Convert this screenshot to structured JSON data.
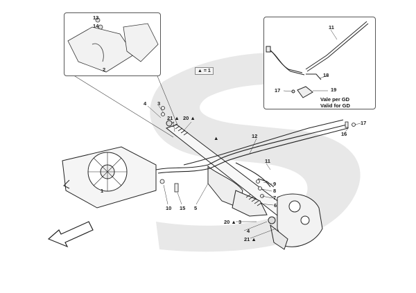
{
  "diagram": {
    "subject": "Power steering rack and steering linkage exploded parts view",
    "legend_box": {
      "symbol": "▲",
      "text": "= 1"
    },
    "inset_top_left": {
      "labels": [
        "13",
        "14",
        "2"
      ]
    },
    "inset_top_right": {
      "labels": [
        "11",
        "18",
        "17",
        "19"
      ],
      "note_line1": "Vale per GD",
      "note_line2": "Valid for GD"
    },
    "main_labels": [
      {
        "id": "4a",
        "text": "4"
      },
      {
        "id": "3a",
        "text": "3"
      },
      {
        "id": "21a",
        "text": "21 ▲"
      },
      {
        "id": "20a",
        "text": "20 ▲"
      },
      {
        "id": "tri",
        "text": "▲"
      },
      {
        "id": "12",
        "text": "12"
      },
      {
        "id": "16",
        "text": "16"
      },
      {
        "id": "17",
        "text": "17"
      },
      {
        "id": "11",
        "text": "11"
      },
      {
        "id": "9",
        "text": "9"
      },
      {
        "id": "8",
        "text": "8"
      },
      {
        "id": "7",
        "text": "7"
      },
      {
        "id": "6",
        "text": "6"
      },
      {
        "id": "1",
        "text": "1"
      },
      {
        "id": "10",
        "text": "10"
      },
      {
        "id": "15",
        "text": "15"
      },
      {
        "id": "5",
        "text": "5"
      },
      {
        "id": "20b",
        "text": "20 ▲"
      },
      {
        "id": "3b",
        "text": "3"
      },
      {
        "id": "4b",
        "text": "4"
      },
      {
        "id": "21b",
        "text": "21 ▲"
      }
    ],
    "direction_arrow": "front-direction-arrow",
    "watermark_color": "#e6e6e6",
    "line_color": "#222222"
  }
}
